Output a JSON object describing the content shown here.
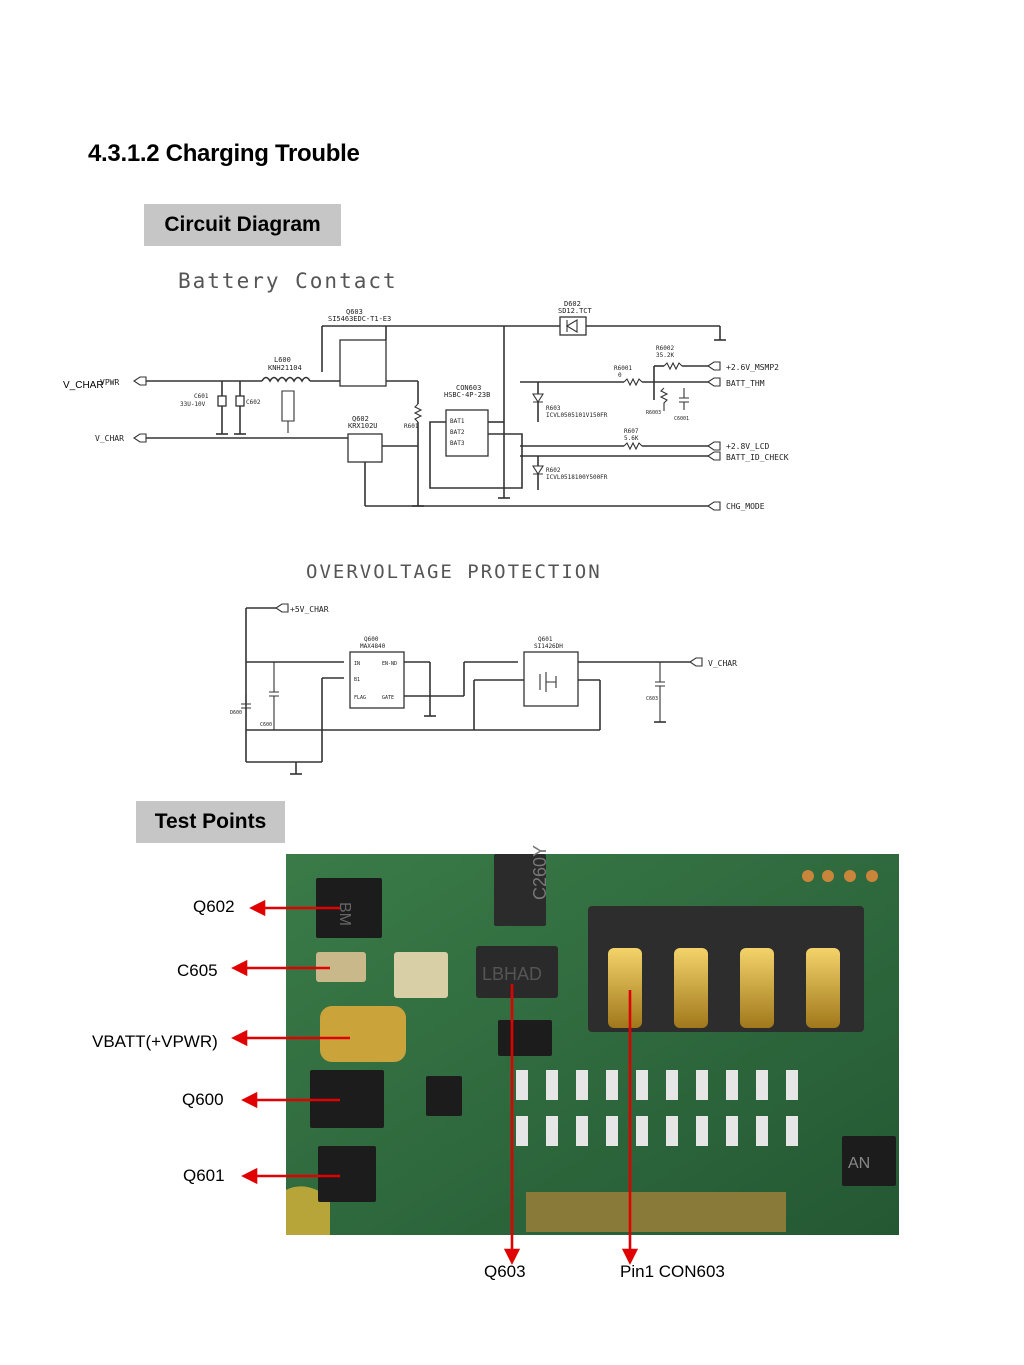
{
  "heading": "4.3.1.2 Charging Trouble",
  "sections": {
    "circuit": "Circuit Diagram",
    "test_points": "Test Points"
  },
  "battery": {
    "title": "Battery Contact",
    "overlay": "V_CHAR",
    "nets": {
      "vpwr": "VPWR",
      "vchar": "V_CHAR",
      "v_msmp2": "+2.6V_MSMP2",
      "batt_thm": "BATT_THM",
      "v_lcd": "+2.8V_LCD",
      "batt_id": "BATT_ID_CHECK",
      "chg_mode": "CHG_MODE"
    },
    "parts": {
      "q603": "Q603",
      "q603_pn": "SI5463EDC-T1-E3",
      "d602": "D602",
      "d602_pn": "SD12.TCT",
      "l600": "L600",
      "l600_pn": "KNH21104",
      "c601": "C601",
      "c601_val": "33U-10V",
      "c602": "C602",
      "q602": "Q602",
      "q602_pn": "KRX102U",
      "r601": "R601",
      "con603": "CON603",
      "con603_pn": "HSBC-4P-23B",
      "pins": [
        "BAT1",
        "BAT2",
        "BAT3"
      ],
      "r6001": "R6001",
      "r6001_val": "0",
      "r6002": "R6002",
      "r6002_val": "35.2K",
      "r6003": "R6003",
      "c6001": "C6001",
      "r603": "R603",
      "r603_pn": "ICVL0505101V150FR",
      "r607": "R607",
      "r607_val": "5.6K",
      "r602": "R602",
      "r602_pn": "ICVL0518100Y500FR"
    }
  },
  "overvoltage": {
    "title": "OVERVOLTAGE PROTECTION",
    "nets": {
      "in": "+5V_CHAR",
      "out": "V_CHAR"
    },
    "parts": {
      "q600": "Q600",
      "q600_pn": "MAX4840",
      "q600_pins": [
        "IN",
        "B1",
        "FLAG",
        "EN-ND",
        "GATE"
      ],
      "q601": "Q601",
      "q601_pn": "SI1426DH",
      "d600": "D600",
      "c600": "C600",
      "c603": "C603"
    }
  },
  "test_points": [
    {
      "label": "Q602"
    },
    {
      "label": "C605"
    },
    {
      "label": "VBATT(+VPWR)"
    },
    {
      "label": "Q600"
    },
    {
      "label": "Q601"
    },
    {
      "label": "Q603"
    },
    {
      "label": "Pin1 CON603"
    }
  ],
  "board_text": [
    "C260Y",
    "LBHAD",
    "BM",
    "AN"
  ],
  "colors": {
    "label_bg": "#c6c6c6",
    "arrow": "#e00000",
    "pcb": "#2f6a3d"
  }
}
